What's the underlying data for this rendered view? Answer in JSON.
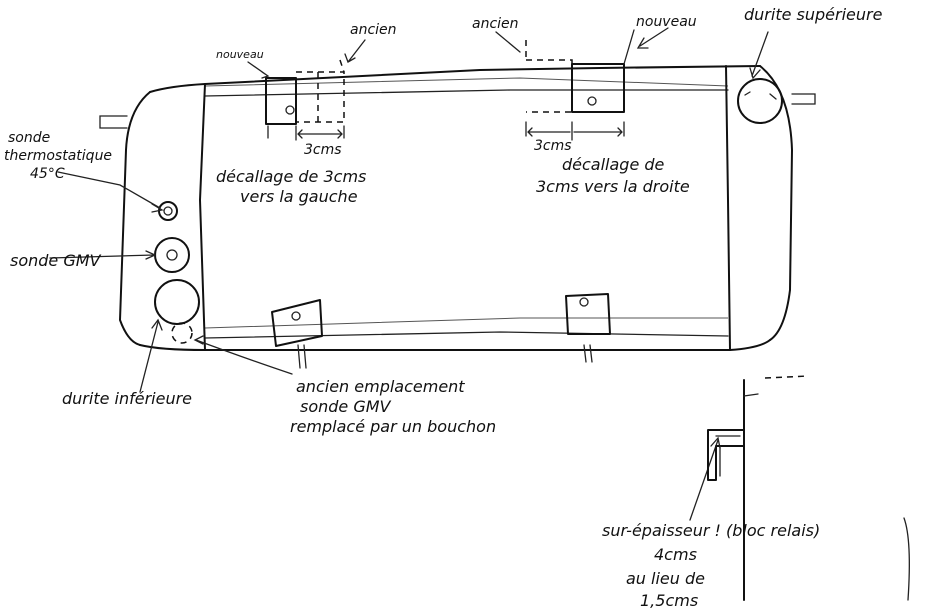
{
  "labels": {
    "nouveau_left": "nouveau",
    "ancien_left": "ancien",
    "ancien_right": "ancien",
    "nouveau_right": "nouveau",
    "durite_superieure": "durite supérieure",
    "dim_left": "3cms",
    "dim_right": "3cms",
    "decalage_left_1": "décallage de 3cms",
    "decalage_left_2": "vers la gauche",
    "decalage_right_1": "décallage de",
    "decalage_right_2": "3cms vers la droite",
    "sonde_thermo_1": "sonde",
    "sonde_thermo_2": "thermostatique",
    "sonde_thermo_3": "45°C",
    "sonde_gmv": "sonde GMV",
    "durite_inferieure": "durite inférieure",
    "ancien_empl_1": "ancien emplacement",
    "ancien_empl_2": "sonde GMV",
    "ancien_empl_3": "remplacé par un bouchon",
    "sur_epaisseur_1": "sur-épaisseur ! (bloc relais)",
    "sur_epaisseur_2": "4cms",
    "sur_epaisseur_3": "au lieu de",
    "sur_epaisseur_4": "1,5cms"
  }
}
